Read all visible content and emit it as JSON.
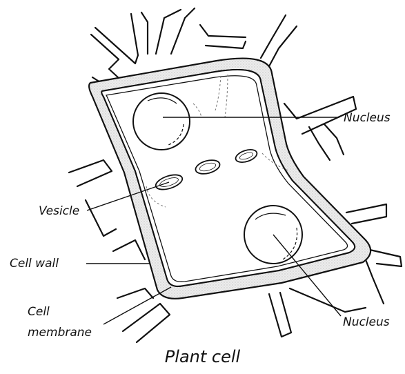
{
  "title": "Plant cell",
  "labels": {
    "nucleus_top": "Nucleus",
    "nucleus_bottom": "Nucleus",
    "vesicle": "Vesicle",
    "cell_wall": "Cell wall",
    "cell_membrane_line1": "Cell",
    "cell_membrane_line2": "membrane"
  },
  "colors": {
    "ink": "#111111",
    "wall_fill": "#e9e9e9",
    "cell_fill": "#ffffff"
  }
}
